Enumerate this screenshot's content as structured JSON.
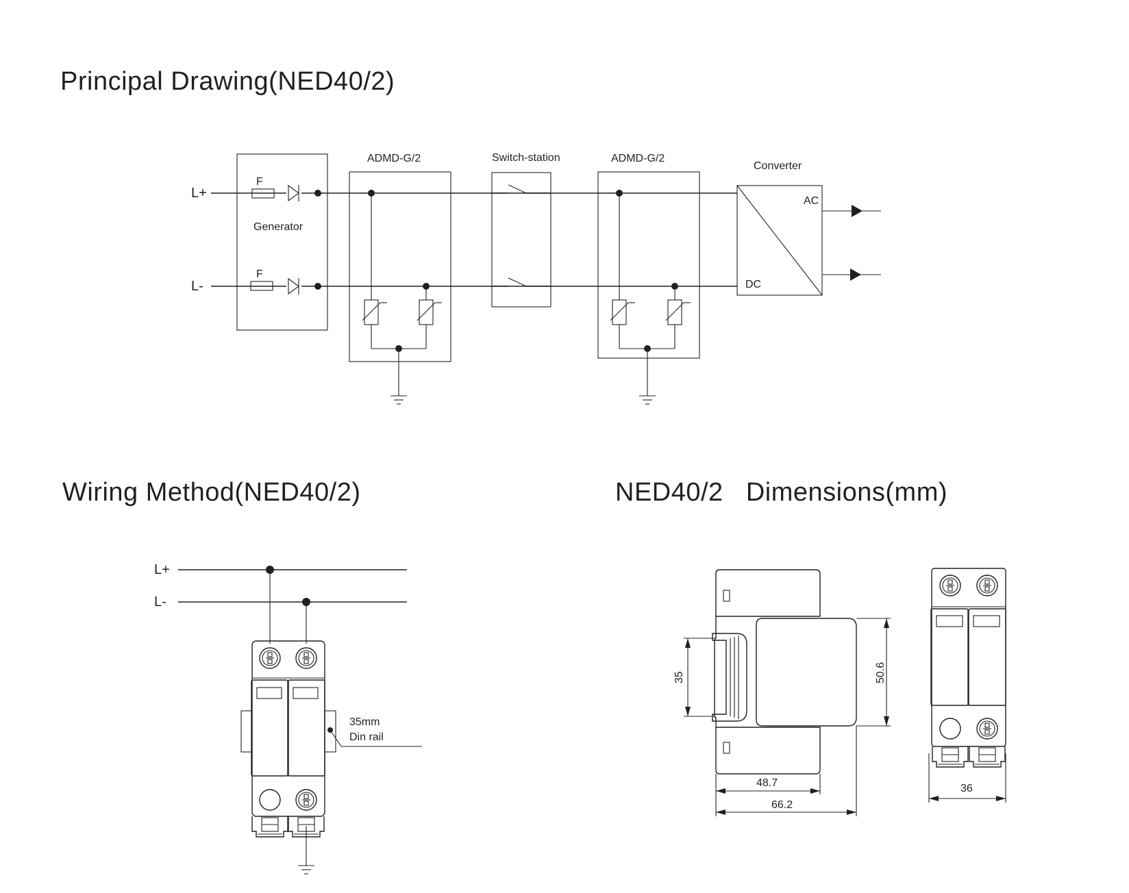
{
  "titles": {
    "principal": "Principal Drawing(NED40/2)",
    "wiring": "Wiring Method(NED40/2)",
    "dimensions": "NED40/2   Dimensions(mm)"
  },
  "principal_drawing": {
    "l_plus": "L+",
    "l_minus": "L-",
    "fuse_label": "F",
    "generator": "Generator",
    "spd_left": "ADMD-G/2",
    "switch": "Switch-station",
    "spd_right": "ADMD-G/2",
    "converter": "Converter",
    "ac": "AC",
    "dc": "DC"
  },
  "wiring_method": {
    "l_plus": "L+",
    "l_minus": "L-",
    "rail_line1": "35mm",
    "rail_line2": "Din rail"
  },
  "dimensions": {
    "height_rail": "35",
    "height_body": "50.6",
    "depth_front": "48.7",
    "depth_total": "66.2",
    "width": "36"
  }
}
